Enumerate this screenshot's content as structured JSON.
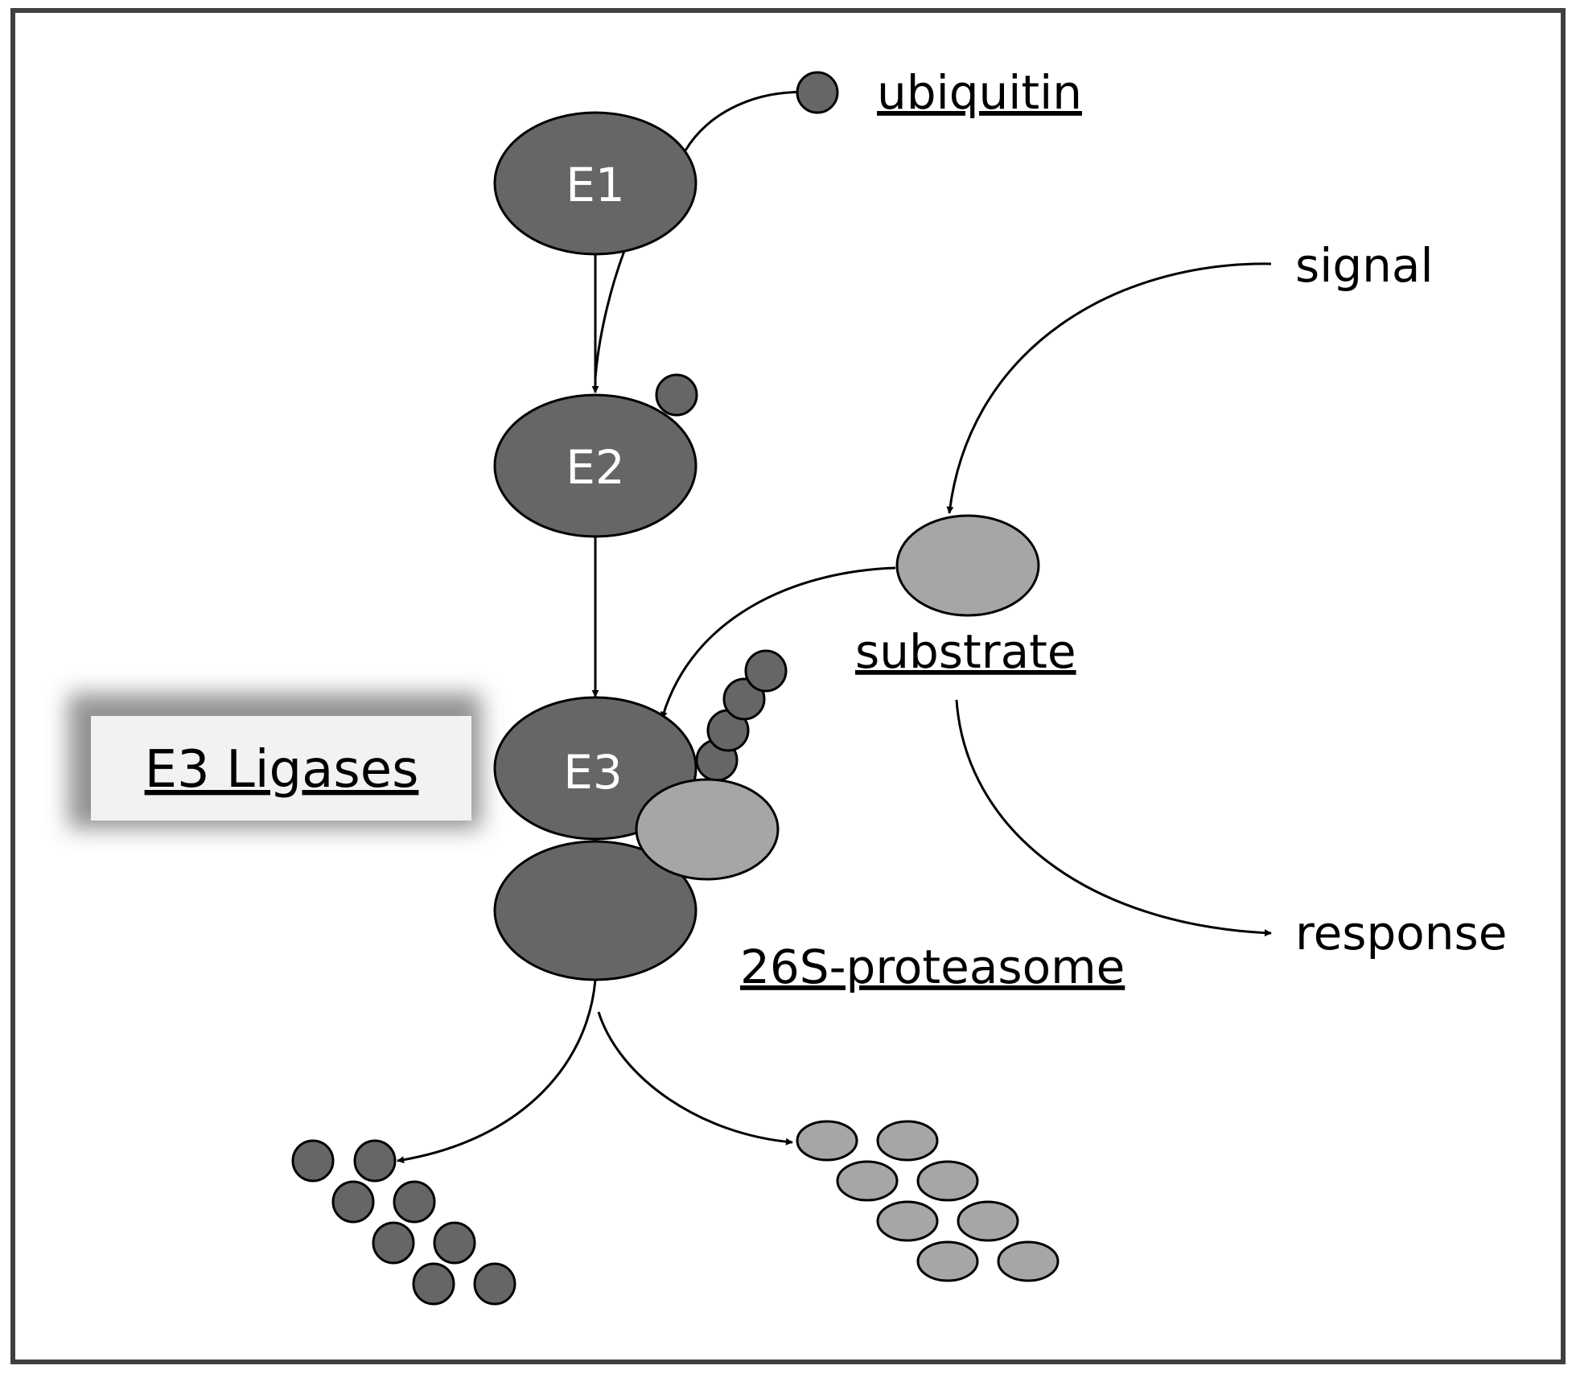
{
  "labels": {
    "ubiquitin": "ubiquitin",
    "signal": "signal",
    "substrate": "substrate",
    "response": "response",
    "proteasome": "26S-proteasome",
    "e3_ligases": "E3 Ligases"
  },
  "nodes": {
    "e1": "E1",
    "e2": "E2",
    "e3": "E3"
  },
  "colors": {
    "dark": "#666666",
    "light": "#a6a6a6",
    "stroke": "#000000",
    "frame": "#404040",
    "label_box": "#f2f2f2"
  }
}
